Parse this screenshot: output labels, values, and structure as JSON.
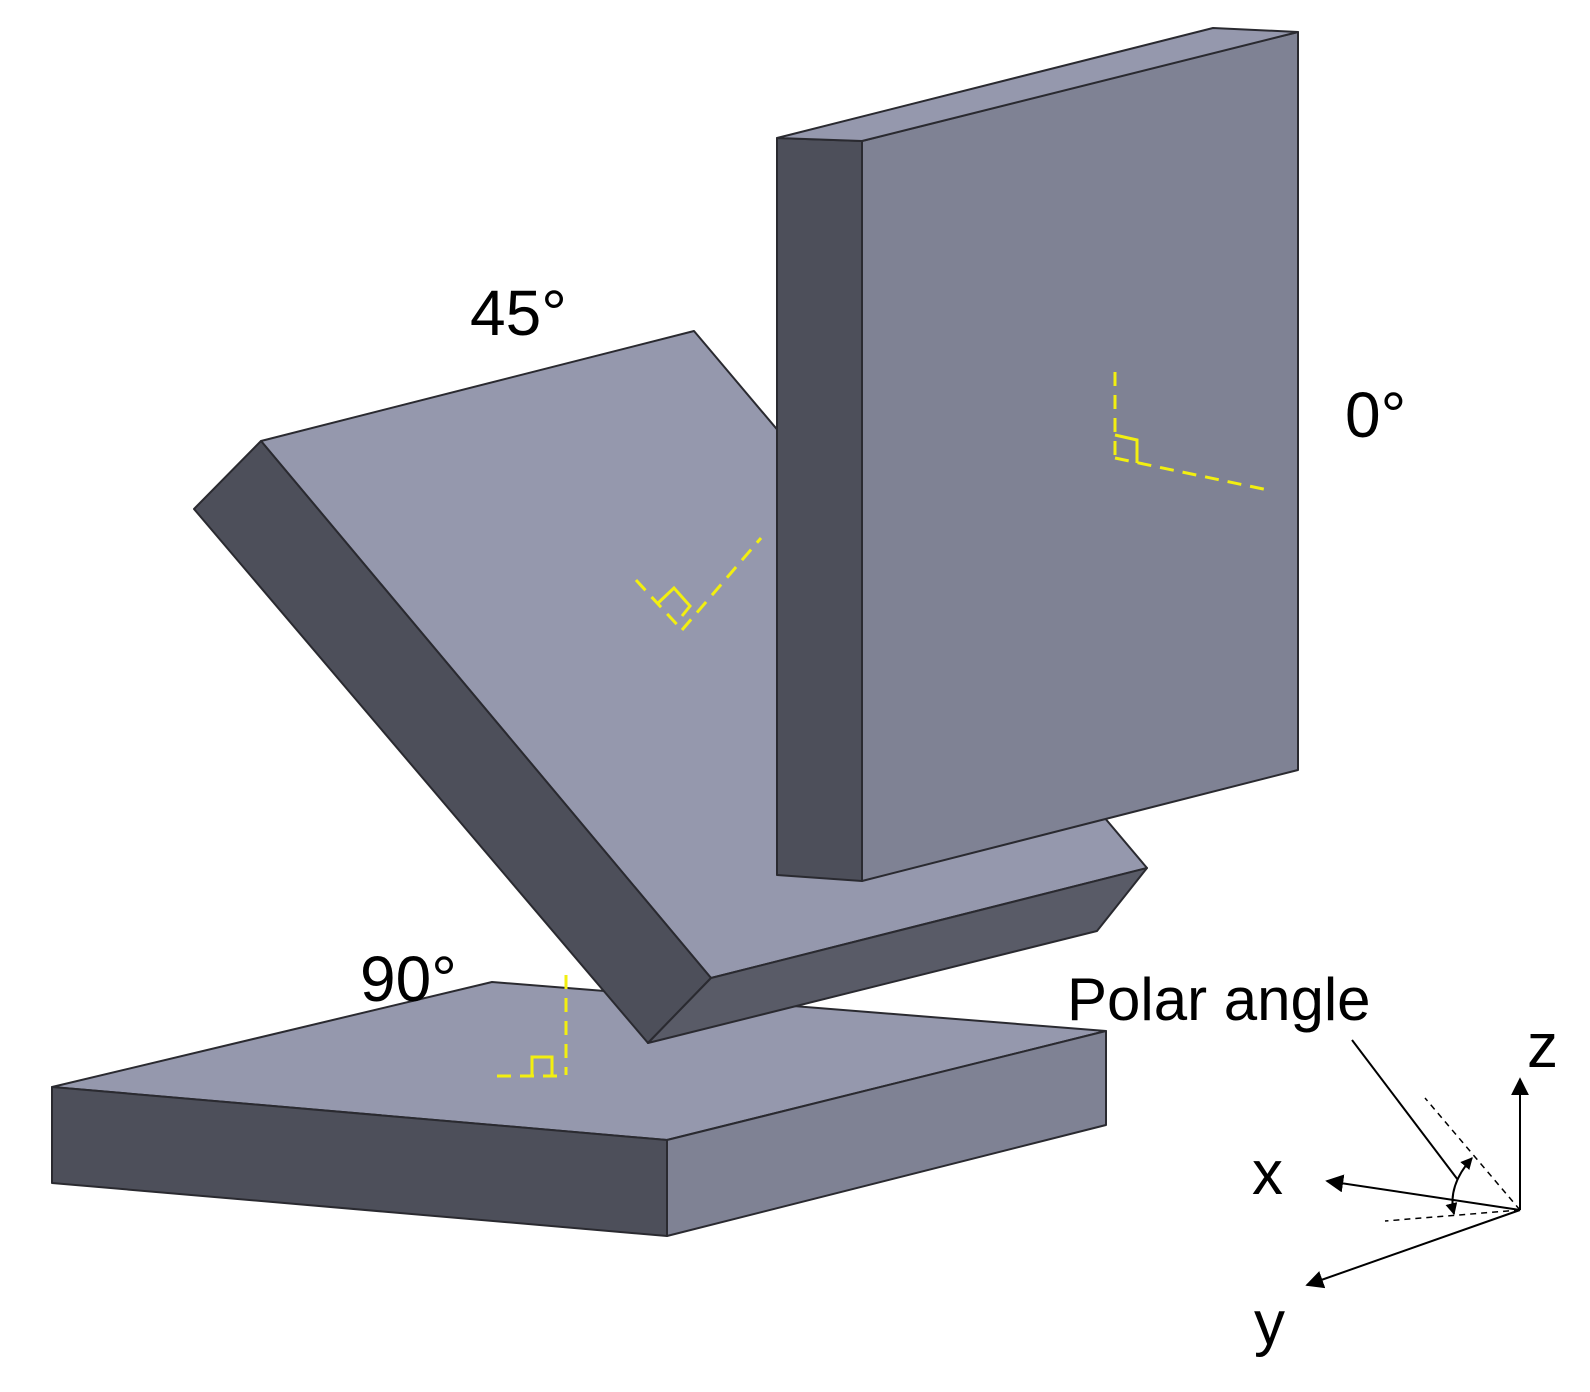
{
  "labels": {
    "angle_45": "45°",
    "angle_0": "0°",
    "angle_90": "90°",
    "polar_angle": "Polar angle",
    "axis_x": "x",
    "axis_y": "y",
    "axis_z": "z"
  },
  "colors": {
    "face_top": "#9598ad",
    "face_front": "#7f8294",
    "face_side": "#4d4f5a",
    "face_dark": "#595b67",
    "marker": "#f2ef10",
    "background": "#ffffff"
  },
  "plates": [
    {
      "name": "plate-0-degree",
      "angle_deg": 0
    },
    {
      "name": "plate-45-degree",
      "angle_deg": 45
    },
    {
      "name": "plate-90-degree",
      "angle_deg": 90
    }
  ]
}
